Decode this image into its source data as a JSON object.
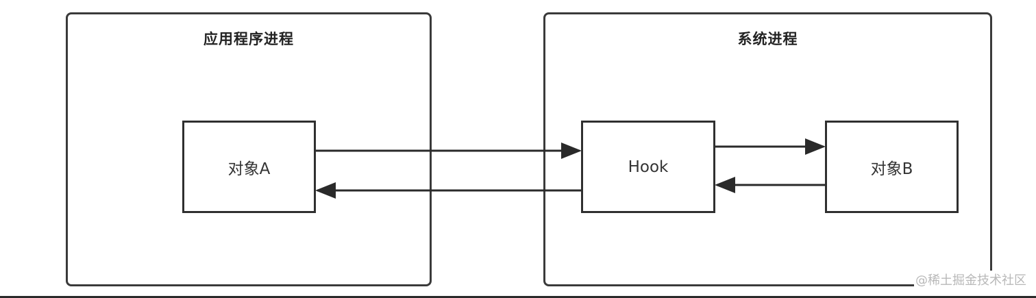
{
  "app_process": {
    "title": "应用程序进程",
    "object_a": "对象A"
  },
  "system_process": {
    "title": "系统进程",
    "hook": "Hook",
    "object_b": "对象B"
  },
  "watermark": "@稀土掘金技术社区",
  "colors": {
    "frame_border": "#3a3a3a",
    "node_border": "#2f2f2f",
    "arrow": "#2a2a2a",
    "watermark": "#b8b8b8"
  }
}
